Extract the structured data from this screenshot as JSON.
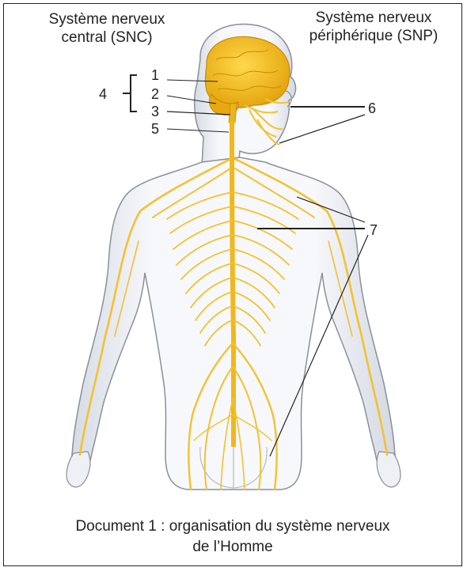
{
  "header": {
    "left_line1": "Système nerveux",
    "left_line2": "central (SNC)",
    "right_line1": "Système nerveux",
    "right_line2": "périphérique (SNP)"
  },
  "labels": {
    "l1": "1",
    "l2": "2",
    "l3": "3",
    "l4": "4",
    "l5": "5",
    "l6": "6",
    "l7": "7"
  },
  "caption": {
    "line1": "Document 1 :  organisation du système nerveux",
    "line2": "de l’Homme"
  },
  "colors": {
    "nerve": "#f2c230",
    "brain": "#f3bb1f",
    "skin": "#f4f6fa",
    "outline": "#8a8f99",
    "shade": "#c9ced8"
  }
}
